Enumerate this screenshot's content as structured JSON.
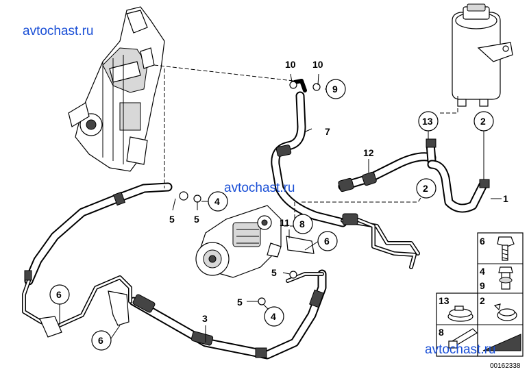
{
  "watermarks": [
    "avtochast.ru",
    "avtochast.ru",
    "avtochast.ru"
  ],
  "callouts": [
    "10",
    "10",
    "9",
    "13",
    "2",
    "7",
    "12",
    "2",
    "1",
    "4",
    "5",
    "5",
    "11",
    "8",
    "6",
    "6",
    "5",
    "5",
    "4",
    "3",
    "6",
    "6"
  ],
  "legend": {
    "items": [
      {
        "number": "6",
        "icon": "bolt-icon"
      },
      {
        "number": "4",
        "icon": "banjo-bolt-icon"
      },
      {
        "number": "9",
        "icon": "banjo-bolt-icon"
      },
      {
        "number": "13",
        "icon": "hose-clamp-icon"
      },
      {
        "number": "2",
        "icon": "hose-clip-icon"
      },
      {
        "number": "8",
        "icon": "cable-tie-icon"
      }
    ]
  },
  "diagram_code": "00162338"
}
